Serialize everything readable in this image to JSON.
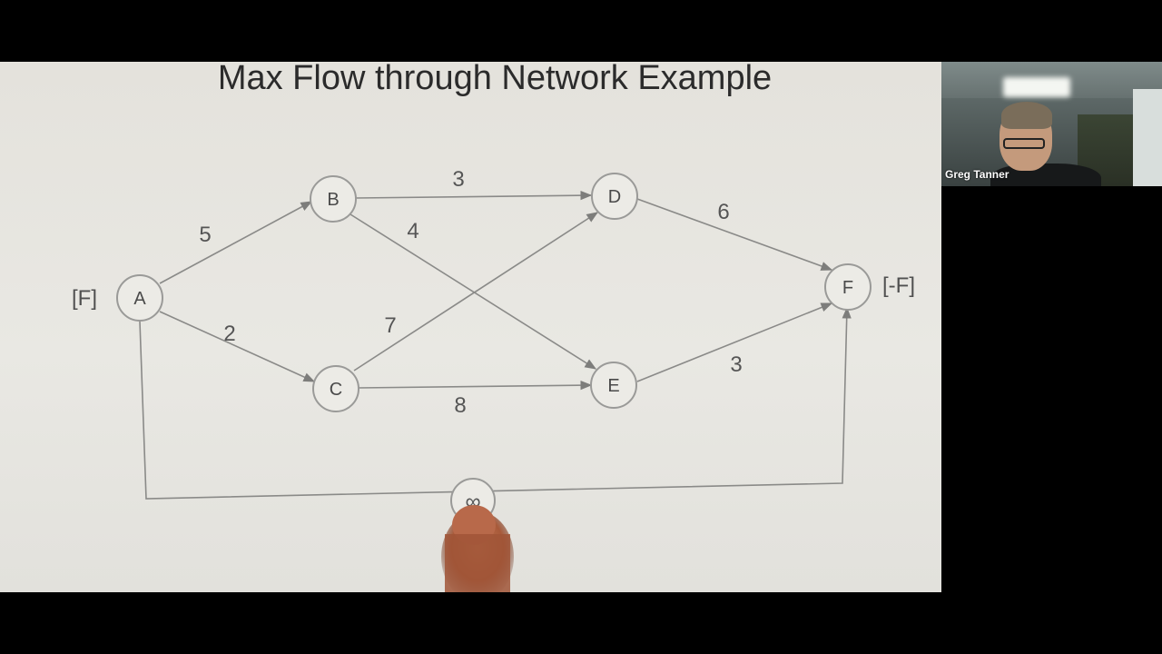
{
  "slide": {
    "title": "Max Flow through Network Example",
    "nodes": {
      "A": "A",
      "B": "B",
      "C": "C",
      "D": "D",
      "E": "E",
      "F": "F"
    },
    "source_label": "[F]",
    "sink_label": "[-F]",
    "edge_weights": {
      "A_B": "5",
      "A_C": "2",
      "B_D": "3",
      "B_E": "4",
      "C_D": "7",
      "C_E": "8",
      "D_F": "6",
      "E_F": "3",
      "return": "∞"
    }
  },
  "participant": {
    "name": "Greg Tanner"
  }
}
